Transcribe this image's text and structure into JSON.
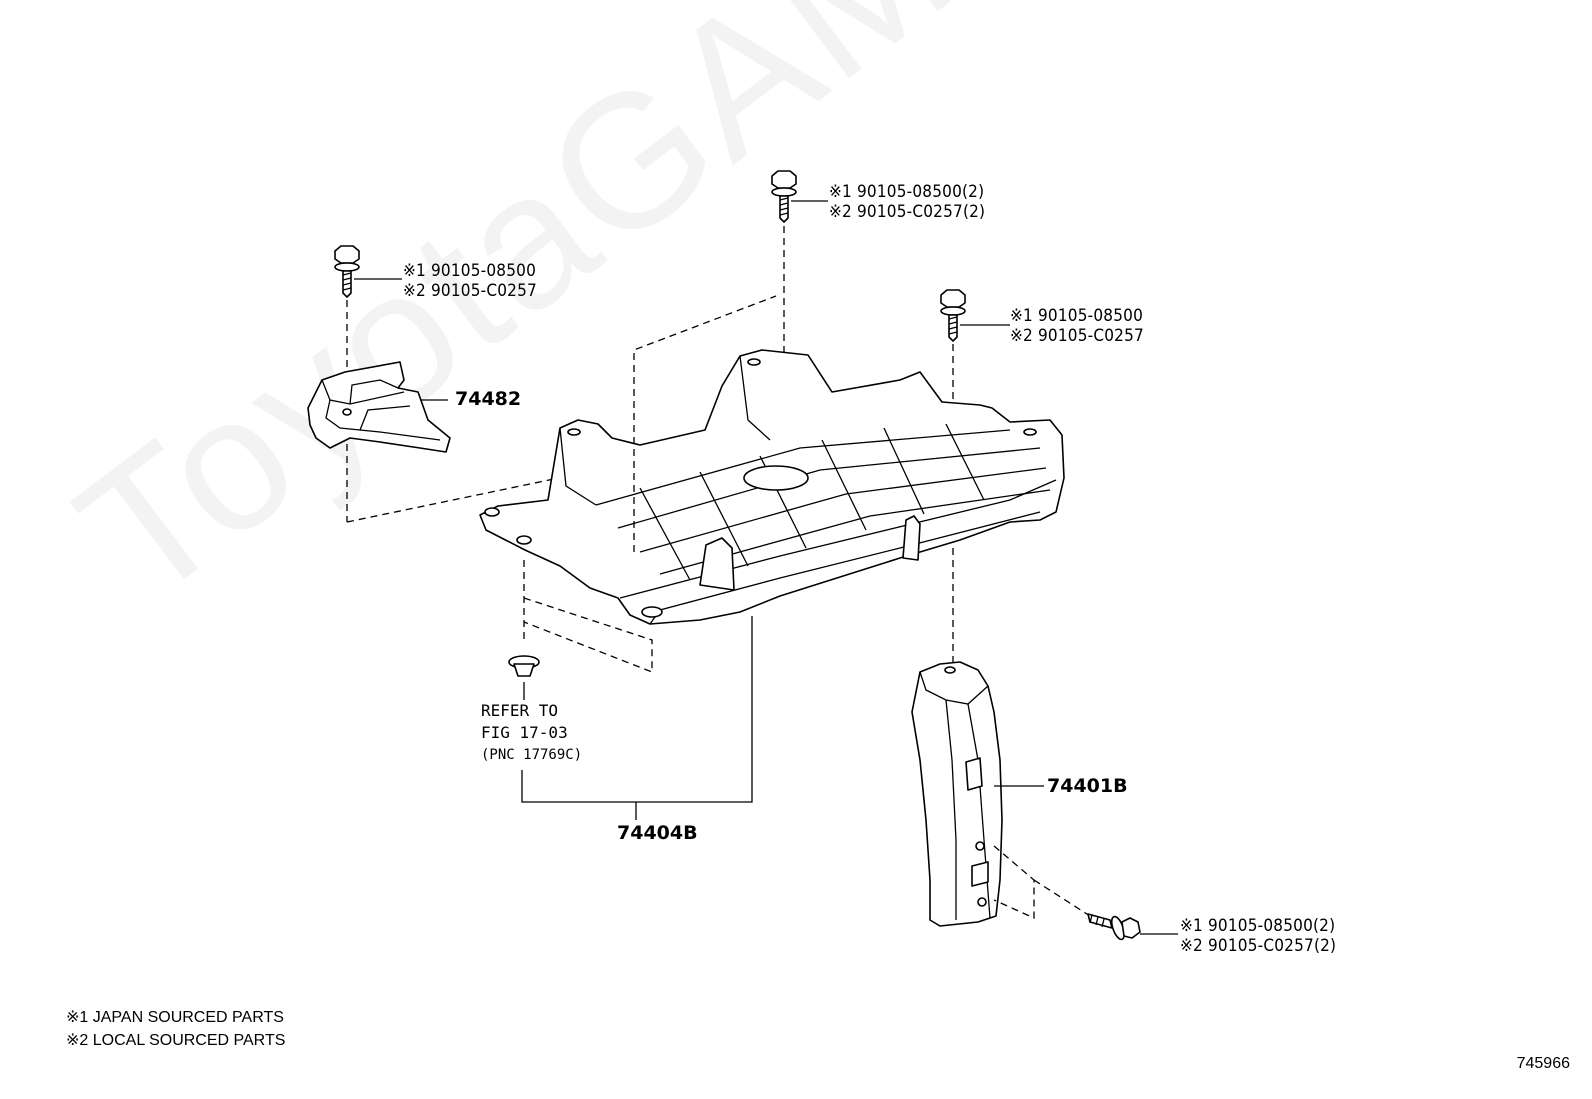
{
  "watermark": "ToyotaGAMine.ru",
  "figure_number": "745966",
  "legend": [
    "※1 JAPAN SOURCED PARTS",
    "※2 LOCAL SOURCED PARTS"
  ],
  "parts": {
    "bracket_left": "74482",
    "tray": "74404B",
    "clamp": "74401B"
  },
  "bolt_callouts": {
    "top_center": [
      "※1 90105-08500(2)",
      "※2 90105-C0257(2)"
    ],
    "top_left": [
      "※1 90105-08500",
      "※2 90105-C0257"
    ],
    "right": [
      "※1 90105-08500",
      "※2 90105-C0257"
    ],
    "bottom_right": [
      "※1 90105-08500(2)",
      "※2 90105-C0257(2)"
    ]
  },
  "reference_note": [
    "REFER TO",
    "FIG 17-03",
    "(PNC 17769C)"
  ]
}
